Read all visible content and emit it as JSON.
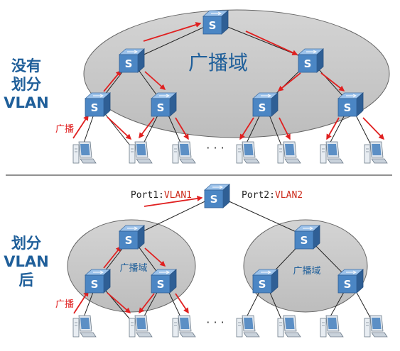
{
  "sections": {
    "top": {
      "side_label_lines": [
        "没有",
        "划分",
        "VLAN"
      ],
      "domain_label": "广播域",
      "broadcast_label": "广播",
      "ellipsis": "· · ·"
    },
    "bottom": {
      "side_label_lines": [
        "划分",
        "VLAN",
        "后"
      ],
      "domain_label_left": "广播域",
      "domain_label_right": "广播域",
      "broadcast_label": "广播",
      "ellipsis": "· · ·",
      "port1_prefix": "Port1:",
      "port1_vlan": "VLAN1",
      "port2_prefix": "Port2:",
      "port2_vlan": "VLAN2"
    }
  },
  "icons": {
    "switch": "switch-icon",
    "pc": "computer-icon",
    "arrow": "broadcast-arrow"
  },
  "colors": {
    "domain_fill": "#c8c8c8",
    "label_blue": "#1f5f9a",
    "arrow_red": "#e02020",
    "vlan_red": "#cc2a1a",
    "switch_blue": "#4b86c4"
  }
}
